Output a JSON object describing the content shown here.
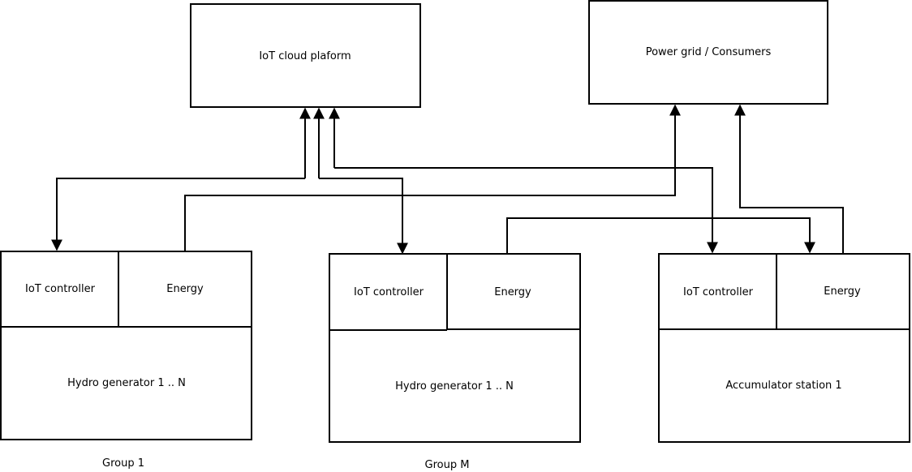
{
  "colors": {
    "background": "#ffffff",
    "stroke": "#000000",
    "text": "#000000"
  },
  "nodes": {
    "iot_cloud": "IoT cloud plaform",
    "power_grid": "Power grid / Consumers",
    "group1": {
      "iot_controller": "IoT controller",
      "energy": "Energy",
      "generator": "Hydro generator 1 .. N",
      "caption": "Group 1"
    },
    "groupM": {
      "iot_controller": "IoT controller",
      "energy": "Energy",
      "generator": "Hydro generator 1 .. N",
      "caption": "Group M"
    },
    "accumulator": {
      "iot_controller": "IoT controller",
      "energy": "Energy",
      "station": "Accumulator station 1"
    }
  }
}
